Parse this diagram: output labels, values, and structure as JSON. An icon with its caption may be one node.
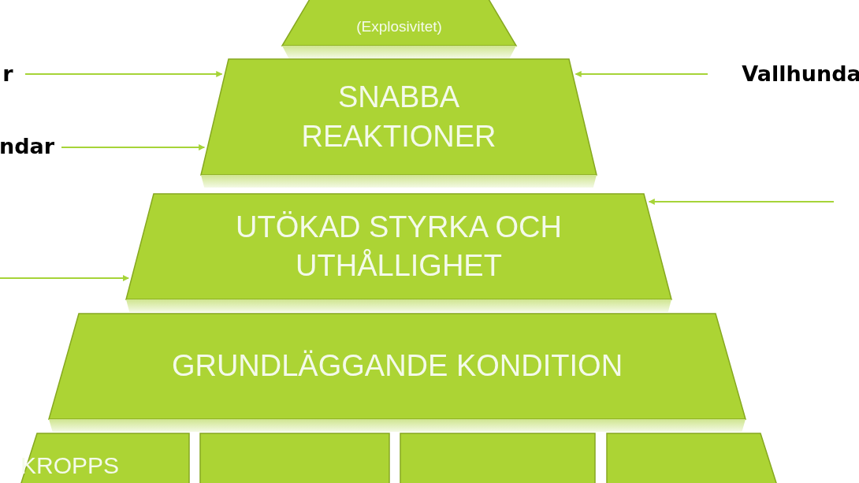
{
  "diagram": {
    "nodes": [
      {
        "text": [
          "(Explosivitet)"
        ]
      },
      {
        "text": [
          "SNABBA REAKTIONER"
        ]
      },
      {
        "text": [
          "UTÖKAD STYRKA OCH UTHÅLLIGHET"
        ]
      },
      {
        "text": [
          "GRUNDLÄGGANDE KONDITION"
        ]
      },
      {
        "text": [
          "KROPPS"
        ]
      },
      {
        "text": [],
        "shape": "box"
      },
      {
        "text": [],
        "shape": "box"
      },
      {
        "text": [],
        "shape": "box"
      },
      {
        "text": [
          "r"
        ]
      },
      {
        "text": [
          "ndar"
        ]
      },
      {
        "text": [
          "Vallhunda"
        ]
      }
    ],
    "edges": [
      {
        "from": 8,
        "to": 1,
        "arrow": "to"
      },
      {
        "from": 10,
        "to": 1,
        "arrow": "to"
      },
      {
        "from": 9,
        "to": 1,
        "arrow": "to"
      },
      {
        "from": null,
        "to": 2,
        "arrow": "to"
      },
      {
        "from": null,
        "to": 2,
        "arrow": "to"
      }
    ]
  }
}
